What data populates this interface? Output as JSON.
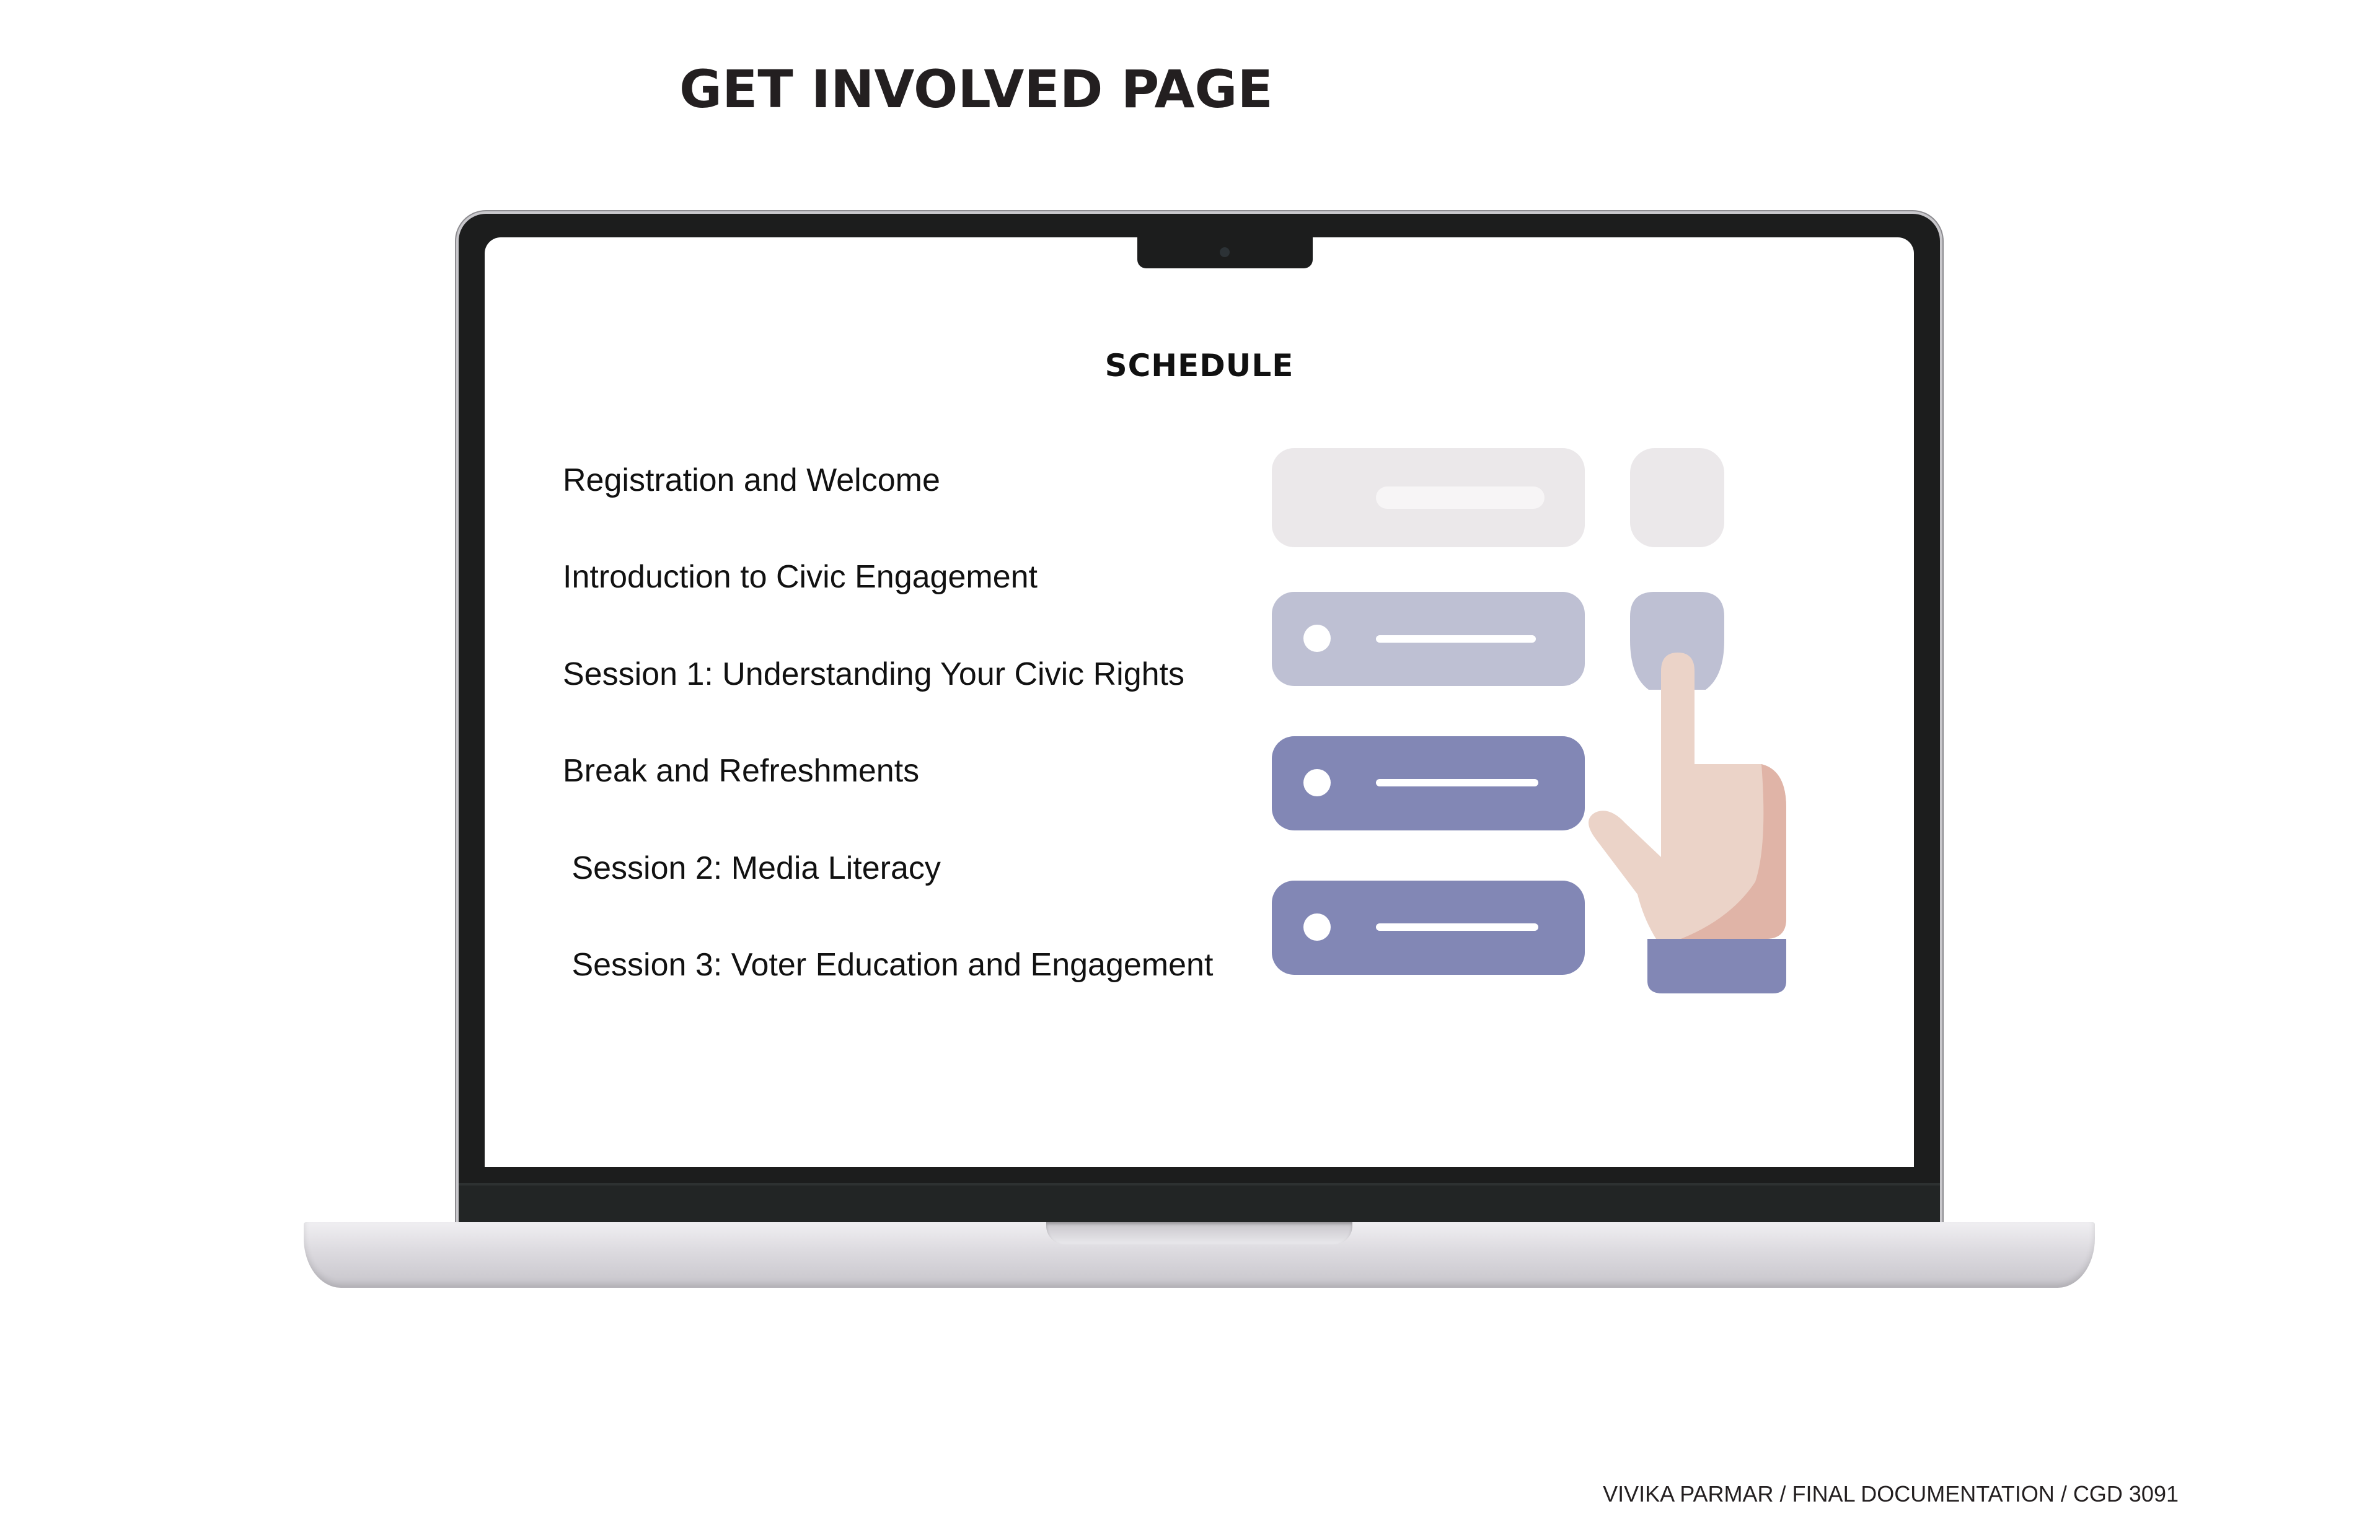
{
  "page": {
    "heading": "GET INVOLVED PAGE",
    "footer": "VIVIKA PARMAR / FINAL DOCUMENTATION / CGD 3091"
  },
  "screen": {
    "title": "SCHEDULE",
    "items": [
      {
        "label": "Registration and Welcome"
      },
      {
        "label": "Introduction to Civic Engagement"
      },
      {
        "label": "Session 1: Understanding Your Civic Rights"
      },
      {
        "label": "Break and Refreshments"
      },
      {
        "label": " Session 2: Media Literacy"
      },
      {
        "label": " Session 3: Voter Education and Engagement"
      }
    ]
  },
  "illustration": {
    "icon": "checklist-hand-pointer-icon",
    "colors": {
      "light": "#ebe8ea",
      "mid": "#bec0d3",
      "dark": "#8287b5",
      "skin": "#ebd3c8",
      "skin_shadow": "#e0b4a7"
    }
  }
}
